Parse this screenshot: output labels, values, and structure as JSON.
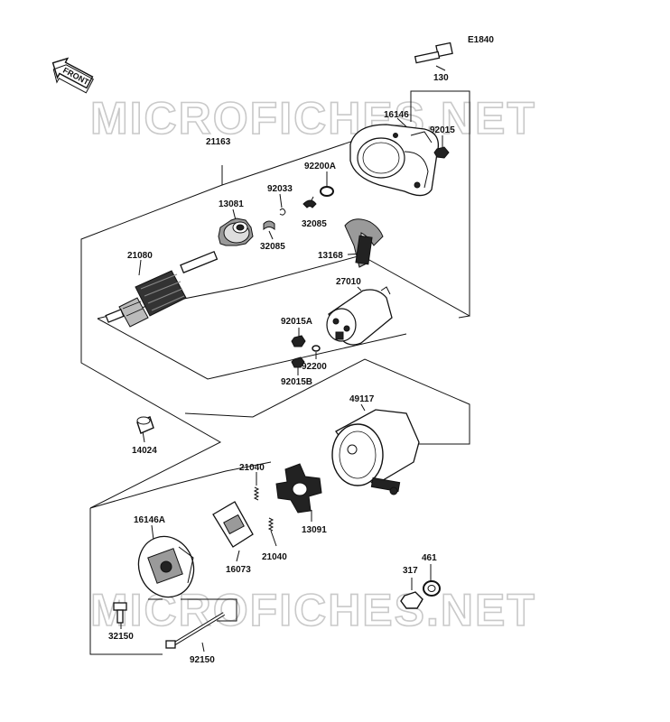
{
  "diagram": {
    "code": "E1840",
    "front_label": "FRONT",
    "watermark": "MICROFICHES.NET",
    "parts": {
      "p130": "130",
      "p16146": "16146",
      "p92015": "92015",
      "p21163": "21163",
      "p92200A": "92200A",
      "p92033": "92033",
      "p13081": "13081",
      "p32085a": "32085",
      "p32085b": "32085",
      "p13168": "13168",
      "p21080": "21080",
      "p27010": "27010",
      "p92015A": "92015A",
      "p92200": "92200",
      "p92015B": "92015B",
      "p49117": "49117",
      "p14024": "14024",
      "p21040a": "21040",
      "p21040b": "21040",
      "p13091": "13091",
      "p16146A": "16146A",
      "p16073": "16073",
      "p317": "317",
      "p461": "461",
      "p32150": "32150",
      "p92150": "92150"
    }
  }
}
